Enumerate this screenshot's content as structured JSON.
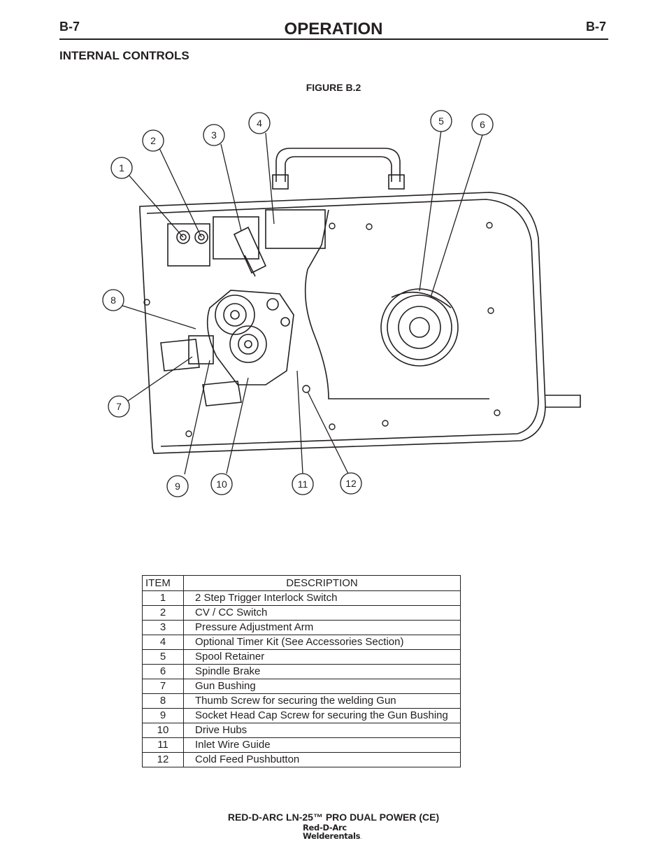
{
  "header": {
    "page_left": "B-7",
    "title": "OPERATION",
    "page_right": "B-7"
  },
  "section_title": "INTERNAL CONTROLS",
  "figure": {
    "label": "FIGURE B.2",
    "callouts": [
      "1",
      "2",
      "3",
      "4",
      "5",
      "6",
      "7",
      "8",
      "9",
      "10",
      "11",
      "12"
    ]
  },
  "table": {
    "headers": {
      "item": "ITEM",
      "description": "DESCRIPTION"
    },
    "rows": [
      {
        "item": "1",
        "description": "2 Step Trigger Interlock Switch"
      },
      {
        "item": "2",
        "description": "CV / CC Switch"
      },
      {
        "item": "3",
        "description": "Pressure Adjustment Arm"
      },
      {
        "item": "4",
        "description": "Optional Timer Kit (See Accessories Section)"
      },
      {
        "item": "5",
        "description": "Spool Retainer"
      },
      {
        "item": "6",
        "description": "Spindle Brake"
      },
      {
        "item": "7",
        "description": "Gun Bushing"
      },
      {
        "item": "8",
        "description": "Thumb Screw for securing the welding Gun"
      },
      {
        "item": "9",
        "description": "Socket Head Cap Screw for securing the Gun Bushing"
      },
      {
        "item": "10",
        "description": "Drive Hubs"
      },
      {
        "item": "11",
        "description": "Inlet Wire Guide"
      },
      {
        "item": "12",
        "description": "Cold Feed Pushbutton"
      }
    ]
  },
  "footer": {
    "model": "RED-D-ARC LN-25™ PRO DUAL POWER (CE)",
    "logo_line1": "Red-D-Arc",
    "logo_line2": "Welderentals",
    "logo_mark": "."
  }
}
